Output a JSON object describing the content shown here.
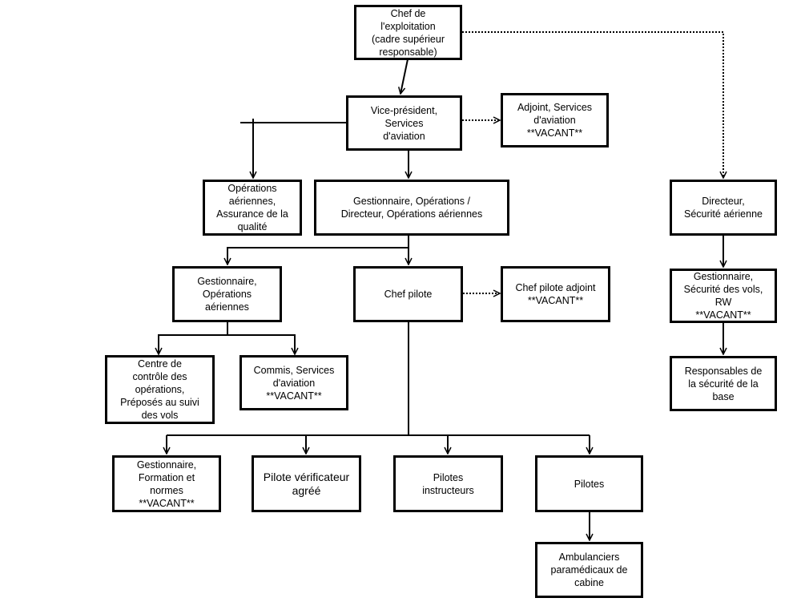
{
  "chart": {
    "nodes": {
      "chef_exploitation": "Chef de\nl'exploitation\n(cadre supérieur\nresponsable)",
      "vice_president": "Vice-président,\nServices\nd'aviation",
      "adjoint_services": "Adjoint, Services\nd'aviation\n**VACANT**",
      "ops_aeriennes_qa": "Opérations\naériennes,\nAssurance de la\nqualité",
      "gestionnaire_directeur_ops": "Gestionnaire, Opérations /\nDirecteur, Opérations aériennes",
      "directeur_securite": "Directeur,\nSécurité aérienne",
      "gestionnaire_ops_aeriennes": "Gestionnaire,\nOpérations\naériennes",
      "chef_pilote": "Chef pilote",
      "chef_pilote_adjoint": "Chef pilote adjoint\n**VACANT**",
      "gestionnaire_securite_vols": "Gestionnaire,\nSécurité des vols,\nRW\n**VACANT**",
      "centre_controle": "Centre de\ncontrôle des\nopérations,\nPréposés au suivi\ndes vols",
      "commis_services": "Commis, Services\nd'aviation\n**VACANT**",
      "responsables_securite_base": "Responsables de\nla sécurité de la\nbase",
      "gestionnaire_formation": "Gestionnaire,\nFormation et\nnormes\n**VACANT**",
      "pilote_verificateur": "Pilote vérificateur\nagréé",
      "pilotes_instructeurs": "Pilotes\ninstructeurs",
      "pilotes": "Pilotes",
      "ambulanciers": "Ambulanciers\nparamédicaux de\ncabine"
    }
  }
}
